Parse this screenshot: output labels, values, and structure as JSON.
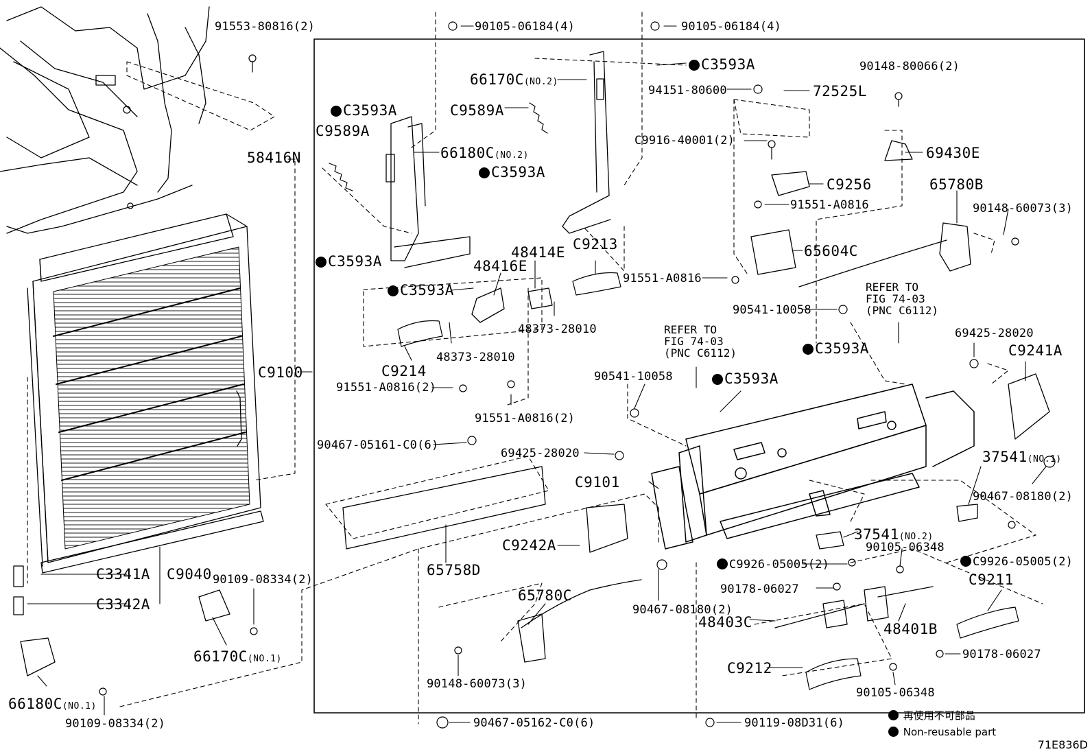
{
  "diagram": {
    "figure_code": "71E836D",
    "legend": {
      "line1": "再使用不可部品",
      "line2": "Non-reusable part"
    },
    "parts": {
      "p1": {
        "code": "91553-80816",
        "sfx": "(2)"
      },
      "p2": {
        "code": "90105-06184",
        "sfx": "(4)"
      },
      "p3": {
        "code": "90105-06184",
        "sfx": "(4)"
      },
      "p4": {
        "code": "C3593A"
      },
      "p5": {
        "code": "66170C",
        "sfx": "(NO.2)"
      },
      "p6": {
        "code": "94151-80600"
      },
      "p7": {
        "code": "72525L"
      },
      "p8": {
        "code": "90148-80066",
        "sfx": "(2)"
      },
      "p9": {
        "code": "C3593A"
      },
      "p10": {
        "code": "C9589A"
      },
      "p11": {
        "code": "C9589A"
      },
      "p12": {
        "code": "66180C",
        "sfx": "(NO.2)"
      },
      "p13": {
        "code": "C9916-40001",
        "sfx": "(2)"
      },
      "p14": {
        "code": "69430E"
      },
      "p15": {
        "code": "58416N"
      },
      "p16": {
        "code": "C3593A"
      },
      "p17": {
        "code": "C9256"
      },
      "p18": {
        "code": "65780B"
      },
      "p19": {
        "code": "91551-A0816"
      },
      "p20": {
        "code": "90148-60073",
        "sfx": "(3)"
      },
      "p21": {
        "code": "C3593A"
      },
      "p22": {
        "code": "C9213"
      },
      "p23": {
        "code": "48414E"
      },
      "p24": {
        "code": "65604C"
      },
      "p25": {
        "code": "48416E"
      },
      "p26": {
        "code": "91551-A0816"
      },
      "p27": {
        "code": "C3593A"
      },
      "p28": {
        "code": "48373-28010"
      },
      "p29": {
        "code": "90541-10058"
      },
      "p30": {
        "code": "48373-28010"
      },
      "p31": {
        "code": "C9214"
      },
      "p32": {
        "code": "69425-28020"
      },
      "p33": {
        "code": "C3593A"
      },
      "p34": {
        "code": "C9241A"
      },
      "p35": {
        "code": "C9100"
      },
      "p36": {
        "code": "90541-10058"
      },
      "p37": {
        "code": "C3593A"
      },
      "p38": {
        "code": "91551-A0816",
        "sfx": "(2)"
      },
      "p39": {
        "code": "91551-A0816",
        "sfx": "(2)"
      },
      "p40": {
        "code": "90467-05161-C0",
        "sfx": "(6)"
      },
      "p41": {
        "code": "69425-28020"
      },
      "p42": {
        "code": "37541",
        "sfx": "(NO.1)"
      },
      "p43": {
        "code": "C9101"
      },
      "p44": {
        "code": "90467-08180",
        "sfx": "(2)"
      },
      "p45": {
        "code": "C9242A"
      },
      "p46": {
        "code": "37541",
        "sfx": "(NO.2)"
      },
      "p47": {
        "code": "90105-06348"
      },
      "p48": {
        "code": "C9926-05005",
        "sfx": "(2)"
      },
      "p49": {
        "code": "C9926-05005",
        "sfx": "(2)"
      },
      "p50": {
        "code": "65758D"
      },
      "p51": {
        "code": "C3341A"
      },
      "p52": {
        "code": "C9040"
      },
      "p53": {
        "code": "90109-08334",
        "sfx": "(2)"
      },
      "p54": {
        "code": "90178-06027"
      },
      "p55": {
        "code": "C9211"
      },
      "p56": {
        "code": "C3342A"
      },
      "p57": {
        "code": "65780C"
      },
      "p58": {
        "code": "48403C"
      },
      "p59": {
        "code": "48401B"
      },
      "p60": {
        "code": "90467-08180",
        "sfx": "(2)"
      },
      "p61": {
        "code": "66170C",
        "sfx": "(NO.1)"
      },
      "p62": {
        "code": "C9212"
      },
      "p63": {
        "code": "90178-06027"
      },
      "p64": {
        "code": "90148-60073",
        "sfx": "(3)"
      },
      "p65": {
        "code": "90105-06348"
      },
      "p66": {
        "code": "66180C",
        "sfx": "(NO.1)"
      },
      "p67": {
        "code": "90109-08334",
        "sfx": "(2)"
      },
      "p68": {
        "code": "90467-05162-C0",
        "sfx": "(6)"
      },
      "p69": {
        "code": "90119-08D31",
        "sfx": "(6)"
      }
    },
    "references": {
      "ref1": "REFER TO\nFIG 74-03\n(PNC C6112)",
      "ref2": "REFER TO\nFIG 74-03\n(PNC C6112)"
    }
  }
}
